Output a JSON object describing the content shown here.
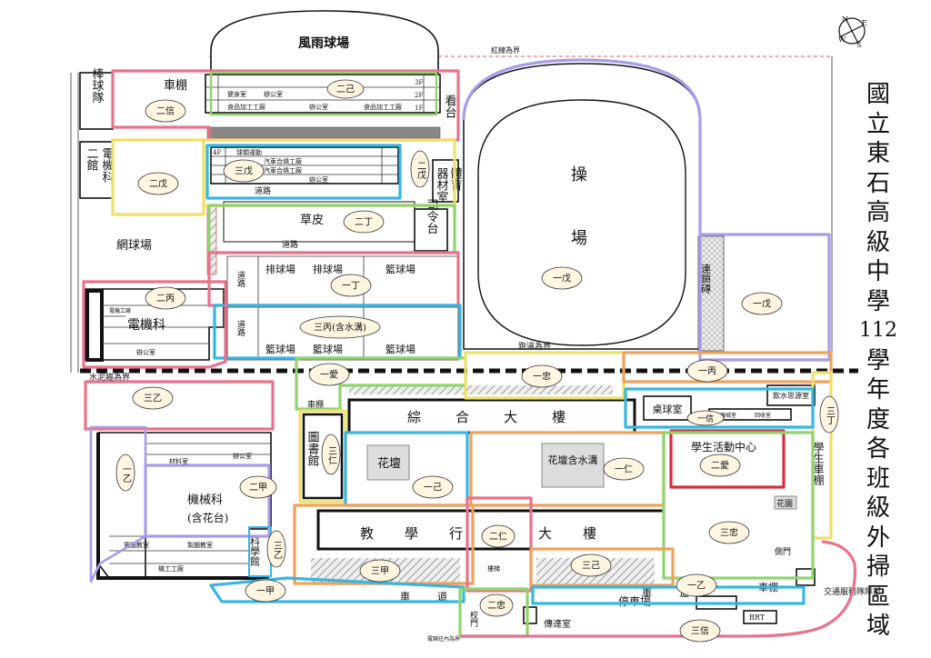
{
  "title_chars": [
    "國",
    "立",
    "東",
    "石",
    "高",
    "級",
    "中",
    "學",
    "112",
    "學",
    "年",
    "度",
    "各",
    "班",
    "級",
    "外",
    "掃",
    "區",
    "域"
  ],
  "compass_letters": [
    "N",
    "E",
    "S",
    "W"
  ],
  "colors": {
    "pink": "#e9728c",
    "yellow": "#eee06a",
    "cyan": "#36b6e2",
    "green": "#8fd46d",
    "orange": "#f0a25a",
    "purple": "#a99ce6",
    "red": "#d42f3a",
    "redline": "#e25a5a"
  },
  "labels": {
    "wind_rain_court": "風雨球場",
    "red_line_boundary": "紅線為界",
    "baseball_team": "棒球隊",
    "bike_shed": "車棚",
    "stands": "看台",
    "electrical_hall": "二館",
    "electrical_dept_v": "電機科",
    "equipment_room": "器材室",
    "pe": "體育",
    "road1": "道路",
    "road2": "道路",
    "lawn": "草皮",
    "command_stage": "司令台",
    "tennis_court": "網球場",
    "playground_1": "操",
    "playground_2": "場",
    "volleyball_court": "排球場",
    "volleyball_court_2": "排球場",
    "basketball_court": "籃球場",
    "basketball_court_2": "籃球場",
    "basketball_court_3": "籃球場",
    "basketball_court_4": "籃球場",
    "road_v1": "道路",
    "road_v2": "道路",
    "paving": "連鎖磚",
    "electrical_dept": "電機科",
    "cement_wall": "水泥牆為界",
    "runway_boundary": "跑道為界",
    "bike_shed_2": "車棚",
    "integrated_building": "綜合大樓",
    "library": "圖書館",
    "flower_bed": "花壇",
    "flower_bed_drain": "花壇含水溝",
    "table_tennis": "桌球室",
    "drinking_water": "飲水思源室",
    "student_activity": "學生活動中心",
    "student_bike_shed": "學生車棚",
    "garden": "花園",
    "side_gate": "側門",
    "machinery_dept": "機械科",
    "machinery_dept_sub": "(含花台)",
    "science_hall": "科學館",
    "teaching_admin": "教學行政大樓",
    "parking": "停車場",
    "car_road": "車道",
    "car_road_2": "車道",
    "traffic_team": "交通服務隊隊部",
    "school_gate": "校門",
    "reception": "傳達室",
    "brt": "BRT",
    "bike_shed_3": "車棚",
    "power_box": "電箱往內為界",
    "gym": "健身室",
    "office": "辦公室",
    "office_2": "辦公室",
    "food_factory": "食品加工工廠",
    "food_factory_2": "食品加工工廠",
    "material_room": "材料室",
    "computer_room": "電腦教室",
    "drafting_room": "製圖教室",
    "machine_factory": "機工工廠",
    "stairs": "樓梯",
    "recycle": "回收室",
    "machine_room": "機械室",
    "ball_sports": "球類運動",
    "auto_factory": "汽車合燒工廠",
    "auto_factory_2": "汽車合燒工廠",
    "office_3": "辦公室",
    "office_4": "辦公室",
    "electrical_factory": "電機工廠",
    "office_5": "辦公室",
    "floor_labels": [
      "1F",
      "2F",
      "3F",
      "4F"
    ]
  },
  "zones": {
    "er_xin": "二信",
    "er_ji": "二己",
    "er_wu": "二戊",
    "er_wu_b": "二戊",
    "san_wu": "三戊",
    "er_ding": "二丁",
    "yi_ding": "一丁",
    "er_bing": "二丙",
    "san_bing": "三丙(含水溝)",
    "yi_wu": "一戊",
    "yi_wu_b": "一戊",
    "yi_ai": "一愛",
    "yi_zhong": "一忠",
    "yi_bing": "一丙",
    "san_ding": "三丁",
    "yi_xin": "一信",
    "san_yi": "三乙",
    "yi_yi": "一乙",
    "er_jia": "二甲",
    "san_ren": "三仁",
    "yi_ji": "一己",
    "yi_ren": "一仁",
    "er_ai": "二愛",
    "san_zhong": "三忠",
    "er_ren": "二仁",
    "san_jia": "三甲",
    "san_ji": "三己",
    "san_yi2": "三乙",
    "yi_jia": "一甲",
    "er_zhong": "二忠",
    "san_xin": "三信",
    "yi_yi_b": "一乙"
  }
}
